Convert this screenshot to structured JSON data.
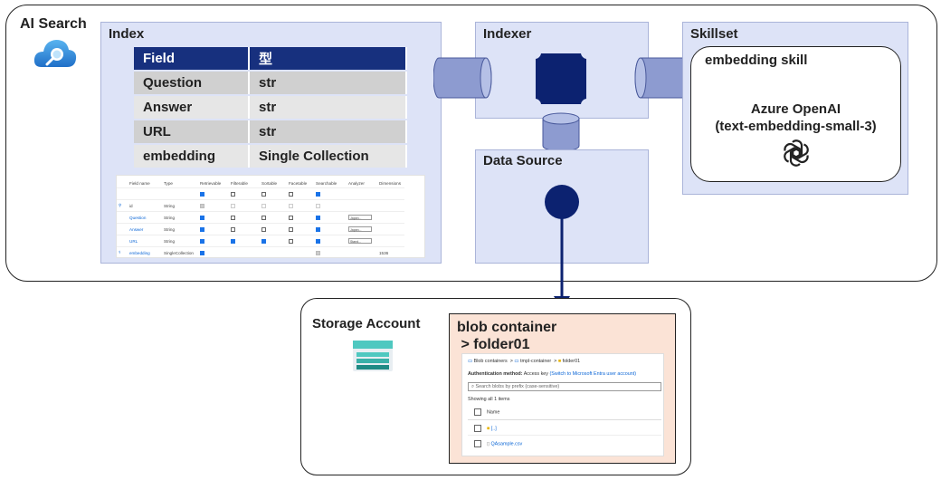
{
  "ai_search": {
    "title": "AI Search",
    "icon": "cloud-search-icon"
  },
  "index": {
    "title": "Index",
    "table": {
      "headers": [
        "Field",
        "型"
      ],
      "rows": [
        [
          "Question",
          "str"
        ],
        [
          "Answer",
          "str"
        ],
        [
          "URL",
          "str"
        ],
        [
          "embedding",
          "Single Collection"
        ]
      ]
    },
    "portal_screenshot": {
      "headers": [
        "Field name",
        "Type",
        "Retrievable",
        "Filterable",
        "Sortable",
        "Facetable",
        "Searchable",
        "Analyzer",
        "Dimensions"
      ],
      "rows": [
        {
          "name": "id",
          "type": "String",
          "analyzer": "",
          "dimensions": ""
        },
        {
          "name": "Question",
          "type": "String",
          "analyzer": "Japan...",
          "dimensions": ""
        },
        {
          "name": "Answer",
          "type": "String",
          "analyzer": "Japan...",
          "dimensions": ""
        },
        {
          "name": "URL",
          "type": "String",
          "analyzer": "Stand...",
          "dimensions": ""
        },
        {
          "name": "embedding",
          "type": "SingleCollection",
          "analyzer": "",
          "dimensions": "1536"
        }
      ]
    }
  },
  "indexer": {
    "title": "Indexer"
  },
  "data_source": {
    "title": "Data Source"
  },
  "skillset": {
    "title": "Skillset",
    "skill_name": "embedding skill",
    "model_line1": "Azure OpenAI",
    "model_line2": "(text-embedding-small-3)",
    "icon": "openai-logo-icon"
  },
  "storage": {
    "title": "Storage Account",
    "icon": "storage-account-icon",
    "blob_title_line1": "blob container",
    "blob_title_line2": " > folder01",
    "blob_screenshot": {
      "breadcrumb": [
        "Blob containers",
        "tmpl-container",
        "folder01"
      ],
      "auth_label": "Authentication method:",
      "auth_value": "Access key",
      "auth_link": "(Switch to Microsoft Entra user account)",
      "search_placeholder": "Search blobs by prefix (case-sensitive)",
      "showing": "Showing all 1 items",
      "col_name": "Name",
      "items": [
        "[..]",
        "QAsample.csv"
      ]
    }
  },
  "colors": {
    "panel_bg": "#dde3f7",
    "table_header": "#17307e",
    "node": "#0c2270",
    "cylinder": "#8d9bd0",
    "blob_bg": "#fbe3d6",
    "arrow": "#0c2270"
  }
}
